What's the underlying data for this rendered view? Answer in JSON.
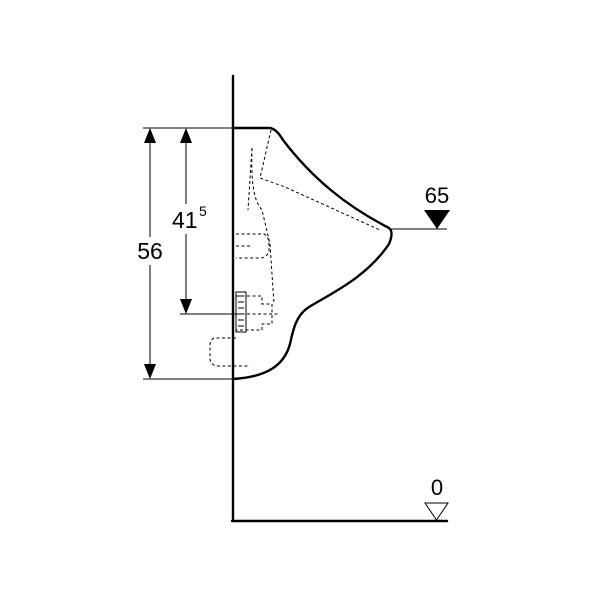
{
  "dimensions": {
    "total_height": {
      "value": "56"
    },
    "outlet_height": {
      "value": "41",
      "superscript": "5"
    }
  },
  "levels": {
    "rim_level": {
      "value": "65",
      "marker": "filled-triangle"
    },
    "floor_level": {
      "value": "0",
      "marker": "outline-triangle"
    }
  }
}
